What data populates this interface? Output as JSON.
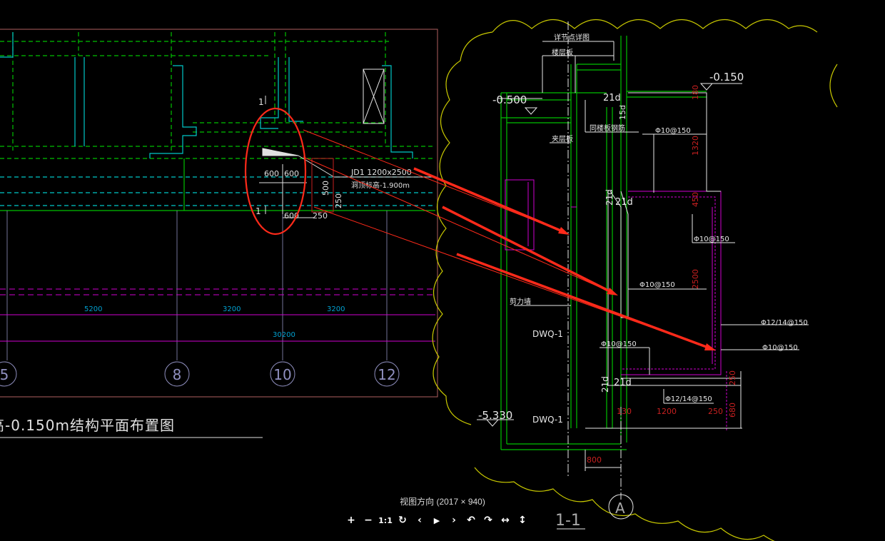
{
  "viewer": {
    "caption": "视图方向 (2017 × 940)",
    "toolbar": [
      {
        "name": "zoom-in-button",
        "glyph": "+"
      },
      {
        "name": "zoom-out-button",
        "glyph": "−"
      },
      {
        "name": "actual-size-button",
        "glyph": "1:1"
      },
      {
        "name": "reset-button",
        "glyph": "↻"
      },
      {
        "name": "previous-button",
        "glyph": "‹"
      },
      {
        "name": "play-button",
        "glyph": "▶"
      },
      {
        "name": "next-button",
        "glyph": "›"
      },
      {
        "name": "rotate-left-button",
        "glyph": "↶"
      },
      {
        "name": "rotate-right-button",
        "glyph": "↷"
      },
      {
        "name": "flip-horizontal-button",
        "glyph": "↔"
      },
      {
        "name": "flip-vertical-button",
        "glyph": "↕"
      }
    ]
  },
  "plan": {
    "title": "高-0.150m结构平面布置图",
    "section_mark": "1",
    "dims": {
      "a": "600",
      "b": "600",
      "c": "500",
      "d": "250",
      "e": "600",
      "f": "250"
    },
    "opening_label": "JD1 1200x2500",
    "opening_elev": "洞顶标高-1.900m",
    "bays": [
      "5200",
      "3200",
      "3200"
    ],
    "total": "30200",
    "axes": [
      "5",
      "8",
      "10",
      "12"
    ]
  },
  "section": {
    "title": "1-1",
    "axis": "A",
    "labels": {
      "detail": "详节点详图",
      "floor": "楼层板",
      "mezz": "夹层板",
      "along": "同楼板钢筋",
      "wall_note": "剪力墙"
    },
    "elevations": {
      "top_right": "-0.150",
      "top_left": "-0.500",
      "bottom": "-5.330"
    },
    "anchors": {
      "a1": "21d",
      "a2": "15d",
      "a3": "21d",
      "a4": "21d",
      "a5": "21d",
      "a6": "21d"
    },
    "rebar": {
      "r1": "Φ10@150",
      "r2": "Φ10@150",
      "r3": "Φ10@150",
      "r4": "Φ12/14@150",
      "r5": "Φ10@150",
      "r6": "Φ10@150",
      "r7": "Φ12/14@150"
    },
    "walls": {
      "w1": "DWQ-1",
      "w2": "DWQ-1"
    },
    "dims_red": {
      "d1": "180",
      "d2": "1320",
      "d3": "450",
      "d4": "2500",
      "d5": "250",
      "d6": "680",
      "d7": "130",
      "d8": "1200",
      "d9": "250",
      "d10": "800"
    }
  },
  "colors": {
    "background": "#000000",
    "cloud": "#c8c800",
    "white_line": "#e8e8e8",
    "cyan": "#00c8c8",
    "green": "#00c000",
    "magenta": "#d000d0",
    "red_line": "#ff2a1a",
    "border": "#b06060",
    "dim_red": "#c82020"
  }
}
